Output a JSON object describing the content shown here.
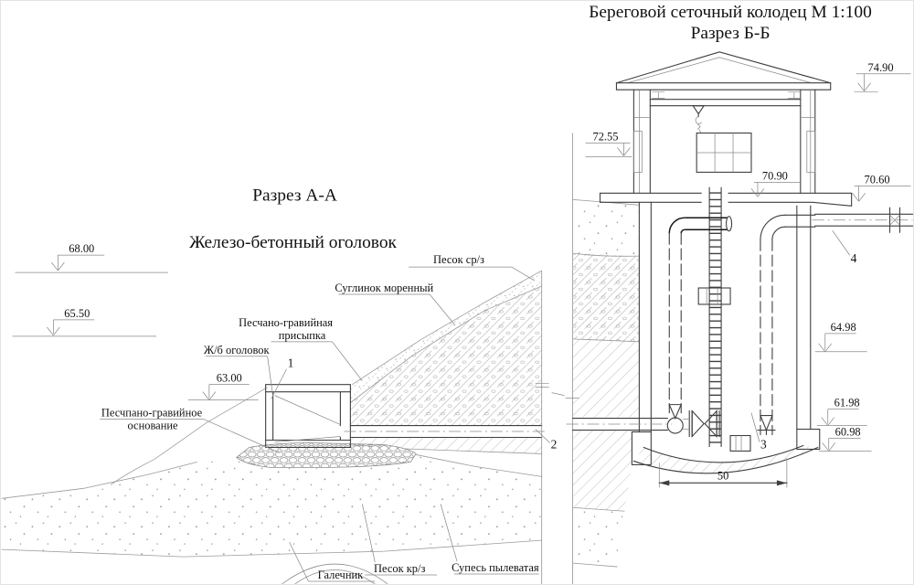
{
  "titles": {
    "section_bb_line1": "Береговой сеточный колодец М 1:100",
    "section_bb_line2": "Разрез Б-Б",
    "section_aa": "Разрез А-А",
    "section_aa_subtitle": "Железо-бетонный оголовок"
  },
  "elevations": {
    "left": {
      "l1": "68.00",
      "l2": "65.50",
      "l3": "63.00"
    },
    "right": {
      "r1": "74.90",
      "r2": "72.55",
      "r3": "70.90",
      "r4": "70.60",
      "r5": "64.98",
      "r6": "61.98",
      "r7": "60.98"
    }
  },
  "soil_labels": {
    "sand_medium": "Песок ср/з",
    "moraine_loam": "Суглинок моренный",
    "gravel_fill_1": "Песчано-гравийная",
    "gravel_fill_2": "присыпка",
    "headwork": "Ж/б оголовок",
    "gravel_base_1": "Песчпано-гравийное",
    "gravel_base_2": "основание",
    "pebbles": "Галечник",
    "sand_coarse": "Песок кр/з",
    "silt": "Супесь пылеватая"
  },
  "callouts": {
    "c1": "1",
    "c2": "2",
    "c3": "3",
    "c4": "4"
  },
  "dimensions": {
    "well_width": "50"
  },
  "colors": {
    "background": "#ffffff",
    "line_main": "#3f3f3f",
    "line_thin": "#8a8a8a",
    "line_dark": "#141414",
    "text": "#111111"
  }
}
